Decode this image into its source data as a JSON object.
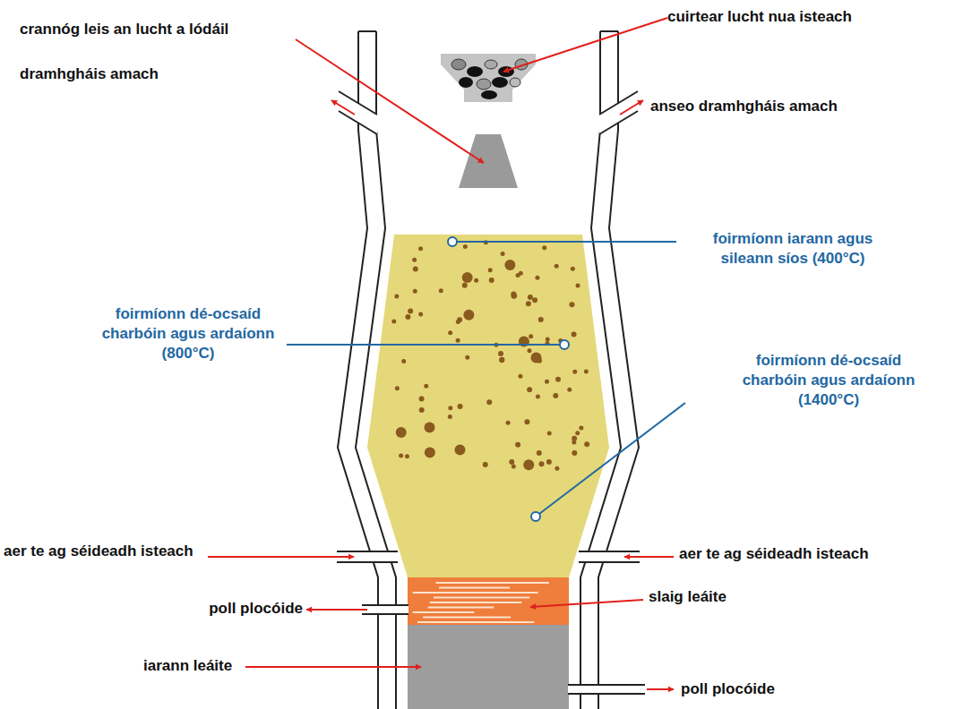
{
  "diagram": {
    "labels": [
      "crannóg leis an lucht a lódáil",
      "dramhgháis amach",
      "cuirtear lucht nua isteach",
      "anseo dramhgháis amach",
      "foirmíonn iarann agus sileann síos (400°C)",
      "foirmíonn dé-ocsaíd charbóin agus ardaíonn (800°C)",
      "foirmíonn dé-ocsaíd charbóin agus ardaíonn (1400°C)",
      "aer te ag séideadh isteach",
      "aer te ag séideadh isteach",
      "poll plocóide",
      "slaig leáite",
      "iarann leáite",
      "poll plocóide"
    ]
  }
}
